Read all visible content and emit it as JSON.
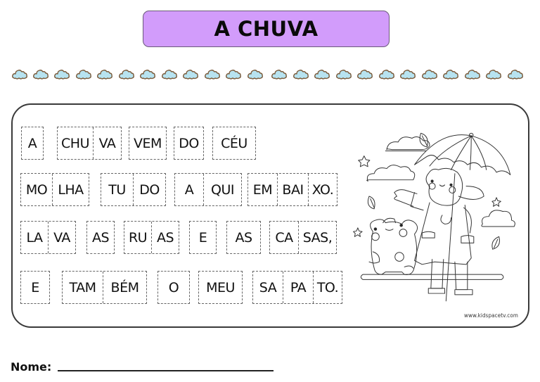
{
  "title": "A CHUVA",
  "decoration": {
    "cloud_icon": "cloud-icon",
    "cloud_count": 24,
    "cloud_fill": "#b7e3f0",
    "cloud_stroke": "#7a5a3a"
  },
  "colors": {
    "title_bg": "#d29cfb",
    "panel_border": "#3a3a3a",
    "dash_border": "#666666"
  },
  "poem": {
    "rows": [
      {
        "words": [
          {
            "syllables": [
              "A"
            ]
          },
          {
            "syllables": [
              "CHU",
              "VA"
            ]
          },
          {
            "syllables": [
              "VEM"
            ]
          },
          {
            "syllables": [
              "DO"
            ]
          },
          {
            "syllables": [
              "CÉU"
            ]
          }
        ]
      },
      {
        "words": [
          {
            "syllables": [
              "MO",
              "LHA"
            ]
          },
          {
            "syllables": [
              "TU",
              "DO"
            ]
          },
          {
            "syllables": [
              "A",
              "QUI"
            ]
          },
          {
            "syllables": [
              "EM",
              "BAI",
              "XO."
            ]
          }
        ]
      },
      {
        "words": [
          {
            "syllables": [
              "LA",
              "VA"
            ]
          },
          {
            "syllables": [
              "AS"
            ]
          },
          {
            "syllables": [
              "RU",
              "AS"
            ]
          },
          {
            "syllables": [
              "E"
            ]
          },
          {
            "syllables": [
              "AS"
            ]
          },
          {
            "syllables": [
              "CA",
              "SAS,"
            ]
          }
        ]
      },
      {
        "words": [
          {
            "syllables": [
              "E"
            ]
          },
          {
            "syllables": [
              "TAM",
              "BÉM"
            ]
          },
          {
            "syllables": [
              "O"
            ]
          },
          {
            "syllables": [
              "MEU"
            ]
          },
          {
            "syllables": [
              "SA",
              "PA",
              "TO."
            ]
          }
        ]
      }
    ]
  },
  "illustration": {
    "description": "coloring illustration: child with umbrella, frog with cap, clouds, leaves, stars",
    "icon": "child-umbrella-frog-illustration"
  },
  "website": "www.kidspacetv.com",
  "name_field": {
    "label": "Nome:",
    "value": ""
  }
}
